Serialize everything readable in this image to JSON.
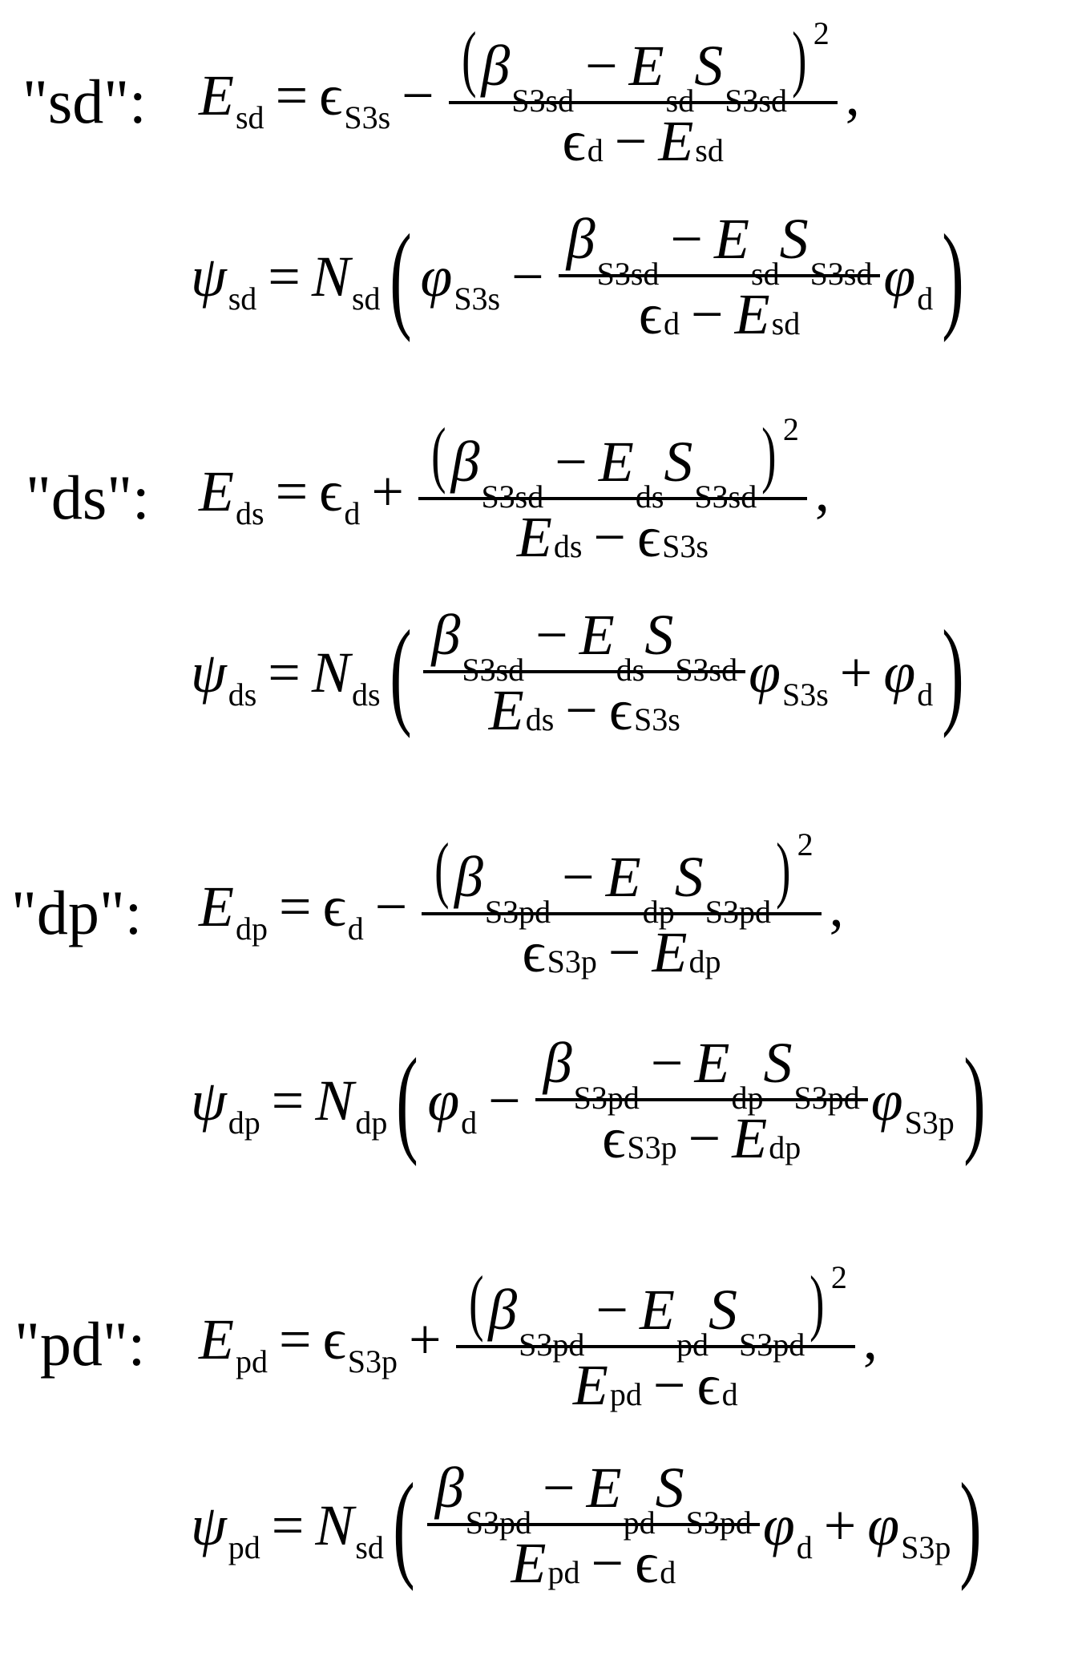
{
  "blocks": [
    {
      "label": "\"sd\":",
      "energy": {
        "lhs_sym": "E",
        "lhs_sub": "sd",
        "eps_sub": "S3s",
        "sign": "−",
        "beta_sub": "S3sd",
        "E_sub": "sd",
        "S_sub": "S3sd",
        "sup": "2",
        "den_left_sym": "ϵ",
        "den_left_sub": "d",
        "den_right_sym": "E",
        "den_right_sub": "sd",
        "first_eps": "ϵ"
      },
      "wave": {
        "lhs_sub": "sd",
        "N_sub": "sd",
        "phi1_sub": "S3s",
        "sign": "−",
        "beta_sub": "S3sd",
        "E_sub": "sd",
        "S_sub": "S3sd",
        "den": "ϵ_d − E_sd",
        "phi2_sub": "d"
      }
    },
    {
      "label": "\"ds\":",
      "energy": {
        "lhs_sub": "ds",
        "sign": "+",
        "beta_sub": "S3sd",
        "E_sub": "ds",
        "S_sub": "S3sd"
      },
      "wave": {
        "lhs_sub": "ds",
        "N_sub": "ds",
        "sign": "+",
        "beta_sub": "S3sd",
        "E_sub": "ds",
        "S_sub": "S3sd"
      }
    },
    {
      "label": "\"dp\":",
      "energy": {
        "lhs_sub": "dp",
        "sign": "−",
        "beta_sub": "S3pd",
        "E_sub": "dp",
        "S_sub": "S3pd"
      },
      "wave": {
        "lhs_sub": "dp",
        "N_sub": "dp",
        "sign": "−",
        "beta_sub": "S3pd",
        "E_sub": "dp",
        "S_sub": "S3pd"
      }
    },
    {
      "label": "\"pd\":",
      "energy": {
        "lhs_sub": "pd",
        "sign": "+",
        "beta_sub": "S3pd",
        "E_sub": "pd",
        "S_sub": "S3pd"
      },
      "wave": {
        "lhs_sub": "pd",
        "N_sub": "sd",
        "sign": "+",
        "beta_sub": "S3pd",
        "E_sub": "pd",
        "S_sub": "S3pd"
      }
    }
  ],
  "symbols": {
    "E": "E",
    "eps": "ϵ",
    "beta": "β",
    "S": "S",
    "psi": "ψ",
    "N": "N",
    "phi": "φ",
    "eq": "=",
    "minus": "−",
    "plus": "+",
    "comma": ",",
    "lparen": "(",
    "rparen": ")",
    "two": "2",
    "d": "d",
    "S3s": "S3s",
    "S3p": "S3p"
  }
}
